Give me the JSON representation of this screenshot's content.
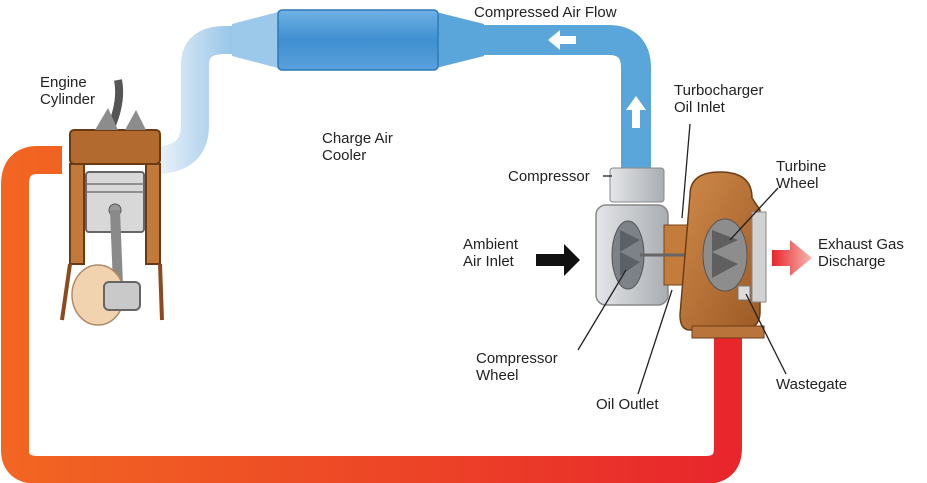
{
  "labels": {
    "engine_cylinder": "Engine\nCylinder",
    "compressed_air_flow": "Compressed Air Flow",
    "charge_air_cooler": "Charge Air\nCooler",
    "turbocharger_oil_inlet": "Turbocharger\nOil Inlet",
    "turbine_wheel": "Turbine\nWheel",
    "compressor": "Compressor",
    "ambient_air_inlet": "Ambient\nAir Inlet",
    "exhaust_gas_discharge": "Exhaust Gas\nDischarge",
    "compressor_wheel": "Compressor\nWheel",
    "oil_outlet": "Oil Outlet",
    "wastegate": "Wastegate"
  },
  "colors": {
    "air_light": "#dbeaf6",
    "air_blue": "#5aa6da",
    "cooler_blue": "#3f8fd0",
    "exhaust_orange": "#f26522",
    "exhaust_red": "#e8262c",
    "turbine_bronze": "#b87333",
    "compressor_gray": "#c9ccd0"
  }
}
